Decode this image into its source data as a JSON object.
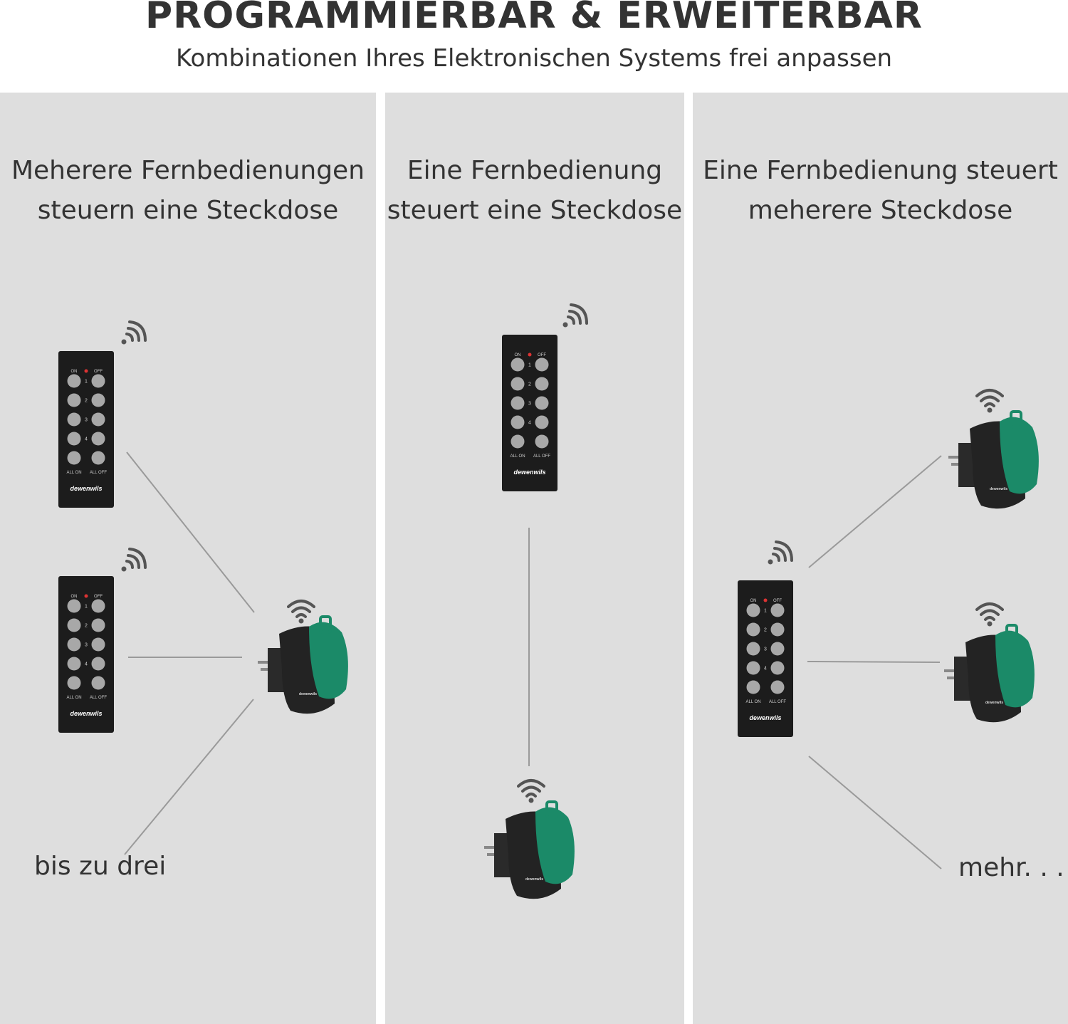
{
  "header": {
    "title": "PROGRAMMIERBAR & ERWEITERBAR",
    "subtitle": "Kombinationen Ihres Elektronischen Systems frei anpassen"
  },
  "panels": [
    {
      "title_line1": "Meherere Fernbedienungen",
      "title_line2": "steuern eine Steckdose",
      "note": "bis zu drei"
    },
    {
      "title_line1": "Eine Fernbedienung",
      "title_line2": "steuert eine Steckdose"
    },
    {
      "title_line1": "Eine Fernbedienung steuert",
      "title_line2": "meherere Steckdose",
      "note": "mehr. . ."
    }
  ],
  "remote": {
    "on_label": "ON",
    "off_label": "OFF",
    "channels": [
      "1",
      "2",
      "3",
      "4"
    ],
    "all_on_label": "ALL ON",
    "all_off_label": "ALL OFF",
    "brand": "dewenwils"
  },
  "socket": {
    "brand": "dewenwils"
  },
  "colors": {
    "panel_bg": "#dedede",
    "remote_body": "#1c1c1c",
    "button": "#a8a8a8",
    "socket_body": "#232323",
    "socket_lid": "#1b8a68",
    "line": "#9a9a9a",
    "wifi": "#555555"
  },
  "icons": [
    "wifi-signal-icon",
    "remote-control-icon",
    "smart-socket-icon"
  ]
}
